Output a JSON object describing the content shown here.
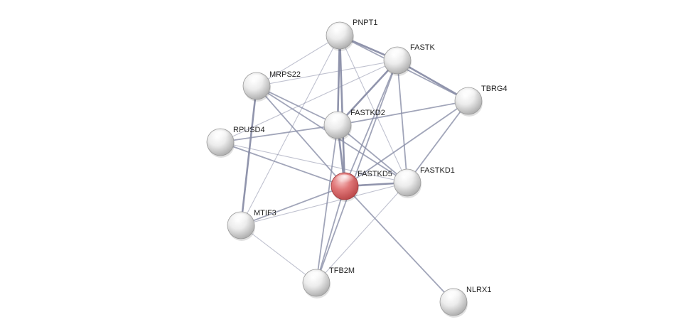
{
  "network": {
    "query_color": "#d9595b",
    "node_color": "#d4d4d4",
    "edge_color": "#8a8ea8",
    "nodes": [
      {
        "id": "PNPT1",
        "label": "PNPT1",
        "query": false
      },
      {
        "id": "FASTK",
        "label": "FASTK",
        "query": false
      },
      {
        "id": "MRPS22",
        "label": "MRPS22",
        "query": false
      },
      {
        "id": "TBRG4",
        "label": "TBRG4",
        "query": false
      },
      {
        "id": "FASTKD2",
        "label": "FASTKD2",
        "query": false
      },
      {
        "id": "RPUSD4",
        "label": "RPUSD4",
        "query": false
      },
      {
        "id": "FASTKD5",
        "label": "FASTKD5",
        "query": true
      },
      {
        "id": "FASTKD1",
        "label": "FASTKD1",
        "query": false
      },
      {
        "id": "MTIF3",
        "label": "MTIF3",
        "query": false
      },
      {
        "id": "TFB2M",
        "label": "TFB2M",
        "query": false
      },
      {
        "id": "NLRX1",
        "label": "NLRX1",
        "query": false
      }
    ],
    "edges": [
      {
        "source": "PNPT1",
        "target": "FASTK",
        "weight": 3
      },
      {
        "source": "PNPT1",
        "target": "FASTKD2",
        "weight": 3
      },
      {
        "source": "PNPT1",
        "target": "FASTKD5",
        "weight": 3
      },
      {
        "source": "PNPT1",
        "target": "TBRG4",
        "weight": 2
      },
      {
        "source": "PNPT1",
        "target": "MRPS22",
        "weight": 1
      },
      {
        "source": "PNPT1",
        "target": "FASTKD1",
        "weight": 1
      },
      {
        "source": "PNPT1",
        "target": "MTIF3",
        "weight": 1
      },
      {
        "source": "FASTK",
        "target": "TBRG4",
        "weight": 3
      },
      {
        "source": "FASTK",
        "target": "FASTKD2",
        "weight": 3
      },
      {
        "source": "FASTK",
        "target": "FASTKD5",
        "weight": 2
      },
      {
        "source": "FASTK",
        "target": "FASTKD1",
        "weight": 2
      },
      {
        "source": "FASTK",
        "target": "MRPS22",
        "weight": 1
      },
      {
        "source": "FASTK",
        "target": "RPUSD4",
        "weight": 1
      },
      {
        "source": "FASTK",
        "target": "TFB2M",
        "weight": 2
      },
      {
        "source": "TBRG4",
        "target": "FASTKD2",
        "weight": 2
      },
      {
        "source": "TBRG4",
        "target": "FASTKD5",
        "weight": 2
      },
      {
        "source": "TBRG4",
        "target": "FASTKD1",
        "weight": 2
      },
      {
        "source": "MRPS22",
        "target": "FASTKD2",
        "weight": 2
      },
      {
        "source": "MRPS22",
        "target": "FASTKD5",
        "weight": 2
      },
      {
        "source": "MRPS22",
        "target": "MTIF3",
        "weight": 3
      },
      {
        "source": "MRPS22",
        "target": "FASTKD1",
        "weight": 2
      },
      {
        "source": "RPUSD4",
        "target": "FASTKD2",
        "weight": 2
      },
      {
        "source": "RPUSD4",
        "target": "FASTKD5",
        "weight": 2
      },
      {
        "source": "RPUSD4",
        "target": "FASTKD1",
        "weight": 1
      },
      {
        "source": "FASTKD2",
        "target": "FASTKD5",
        "weight": 3
      },
      {
        "source": "FASTKD2",
        "target": "FASTKD1",
        "weight": 2
      },
      {
        "source": "FASTKD2",
        "target": "TFB2M",
        "weight": 2
      },
      {
        "source": "FASTKD5",
        "target": "FASTKD1",
        "weight": 3
      },
      {
        "source": "FASTKD5",
        "target": "MTIF3",
        "weight": 2
      },
      {
        "source": "FASTKD5",
        "target": "TFB2M",
        "weight": 2
      },
      {
        "source": "FASTKD5",
        "target": "NLRX1",
        "weight": 2
      },
      {
        "source": "FASTKD1",
        "target": "MTIF3",
        "weight": 1
      },
      {
        "source": "FASTKD1",
        "target": "TFB2M",
        "weight": 1
      },
      {
        "source": "MTIF3",
        "target": "TFB2M",
        "weight": 1
      }
    ]
  }
}
